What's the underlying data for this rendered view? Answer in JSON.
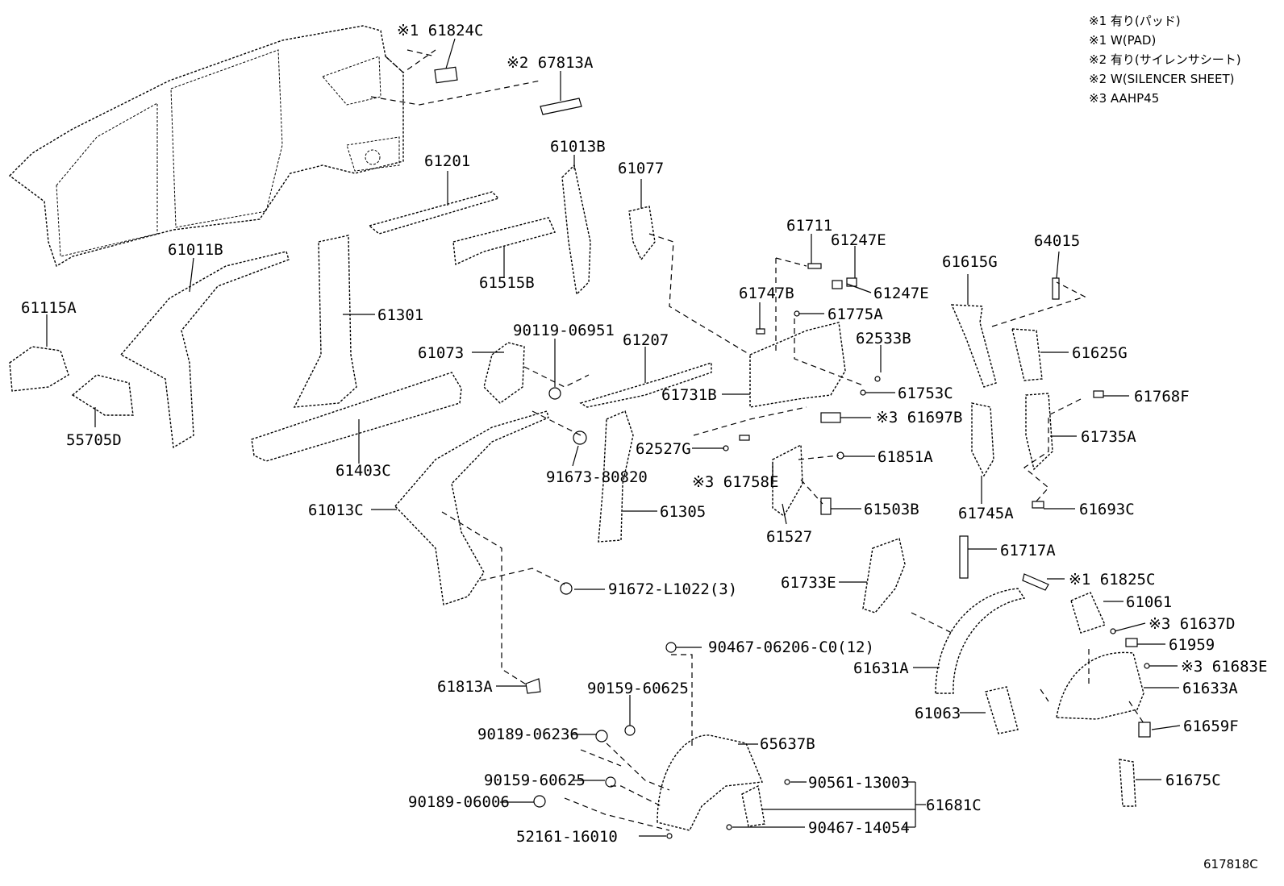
{
  "legend": [
    "※1 有り(パッド)",
    "※1 W(PAD)",
    "※2 有り(サイレンサシート)",
    "※2 W(SILENCER SHEET)",
    "※3 AAHP45"
  ],
  "diagram_code": "617818C",
  "labels": {
    "p161824C": "※1 61824C",
    "p267813A": "※2 67813A",
    "p61201": "61201",
    "p61013B": "61013B",
    "p61077": "61077",
    "p61011B": "61011B",
    "p61515B": "61515B",
    "p61115A": "61115A",
    "p61301": "61301",
    "p55705D": "55705D",
    "p61403C": "61403C",
    "p61073": "61073",
    "p90119": "90119-06951",
    "p61207": "61207",
    "p91673": "91673-80820",
    "p61013C": "61013C",
    "p61305": "61305",
    "p91672": "91672-L1022(3)",
    "p61813A": "61813A",
    "p61711": "61711",
    "p61247Ea": "61247E",
    "p61247Eb": "61247E",
    "p61747B": "61747B",
    "p61775A": "61775A",
    "p62533B": "62533B",
    "p61731B": "61731B",
    "p61753C": "61753C",
    "p361697B": "※3 61697B",
    "p62527G": "62527G",
    "p61851A": "61851A",
    "p361758E": "※3 61758E",
    "p61503B": "61503B",
    "p61527": "61527",
    "p61615G": "61615G",
    "p64015": "64015",
    "p61625G": "61625G",
    "p61768F": "61768F",
    "p61735A": "61735A",
    "p61745A": "61745A",
    "p61693C": "61693C",
    "p61717A": "61717A",
    "p61733E": "61733E",
    "p161825C": "※1 61825C",
    "p61061": "61061",
    "p361637D": "※3 61637D",
    "p61959": "61959",
    "p61631A": "61631A",
    "p361683E": "※3 61683E",
    "p61633A": "61633A",
    "p61063": "61063",
    "p61659F": "61659F",
    "p61675C": "61675C",
    "p90467a": "90467-06206-C0(12)",
    "p90159a": "90159-60625",
    "p90189a": "90189-06236",
    "p65637B": "65637B",
    "p90159b": "90159-60625",
    "p90561": "90561-13003",
    "p90189b": "90189-06006",
    "p61681C": "61681C",
    "p90467b": "90467-14054",
    "p52161": "52161-16010"
  }
}
